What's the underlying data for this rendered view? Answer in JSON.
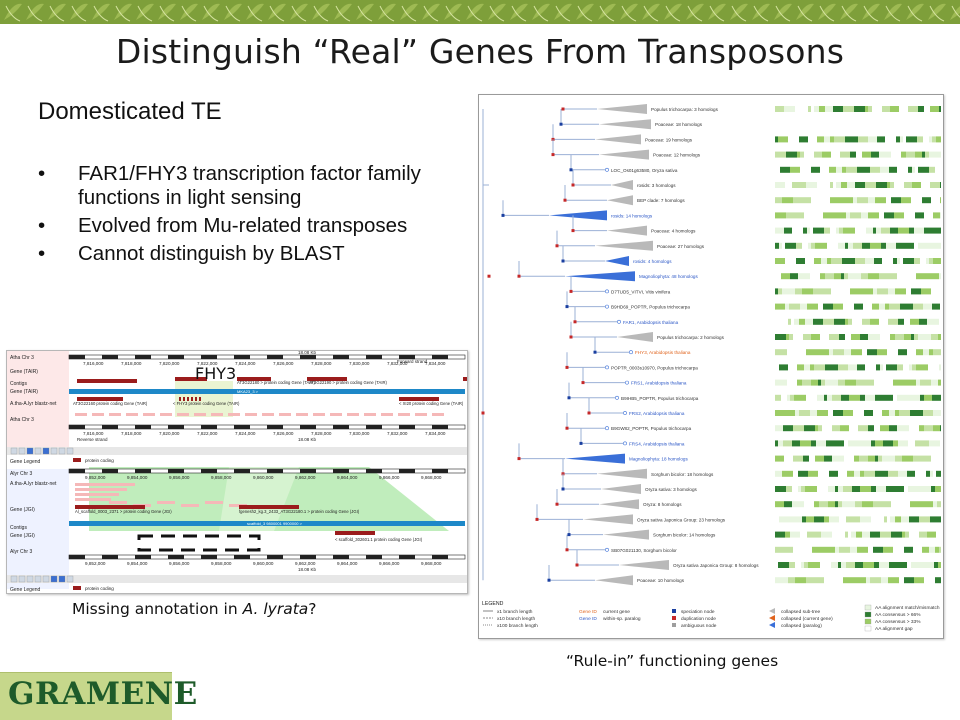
{
  "slide": {
    "title": "Distinguish “Real” Genes From Transposons",
    "subtitle": "Domesticated TE",
    "bullets": [
      "FAR1/FHY3 transcription factor family functions in light sensing",
      "Evolved from Mu-related transposes",
      "Cannot distinguish by BLAST"
    ],
    "bullet_glyph": "•",
    "fhy3_label": "FHY3",
    "left_caption_prefix": "Missing annotation in ",
    "left_caption_species": "A. lyrata",
    "left_caption_suffix": "?",
    "right_caption": "“Rule-in” functioning genes",
    "logo_text": "GRAMENE"
  },
  "genome_browser": {
    "top_tracks": [
      "Atha Chr 3",
      "Gene (TAIR)",
      "Contigs",
      "Gene (TAIR)",
      "A.tha-A.lyr blastz-net",
      "Atha Chr 3"
    ],
    "top_ticks": [
      "7,816,000",
      "7,818,000",
      "7,820,000",
      "7,822,000",
      "7,824,000",
      "7,826,000",
      "7,828,000",
      "7,830,000",
      "7,832,000",
      "7,834,000"
    ],
    "top_scale": "18.08 Kb",
    "top_forward": "Forward strand",
    "top_reverse": "Reverse strand",
    "top_genes": [
      "AT3G22160 protein coding Gene (TAIR)",
      "< FHY3 protein coding Gene (TAIR)",
      "AT3G22180 > protein coding Gene (TAIR)",
      "AT3G22190 > protein coding Gene (TAIR)",
      "< XI20 protein coding Gene (TAIR)",
      "MKA23_3 >"
    ],
    "legend_label": "Gene Legend",
    "legend_item": "protein coding",
    "bottom_tracks": [
      "Alyr Chr 3",
      "A.tha-A.lyr blastz-net",
      "Gene (JGI)",
      "Contigs",
      "Gene (JGI)",
      "Alyr Chr 3"
    ],
    "bottom_ticks": [
      "9,852,000",
      "9,854,000",
      "9,856,000",
      "9,858,000",
      "9,860,000",
      "9,862,000",
      "9,864,000",
      "9,866,000",
      "9,868,000"
    ],
    "bottom_scale": "18.08 Kb",
    "bottom_genes": [
      "Al_scaffold_0003_2371 > protein coding Gene (JGI)",
      "fgenesh2_kg.3_2433_AT3G22180.1 > protein coding Gene (JGI)",
      "scaffold_3 9800001 9900000 >",
      "< scaffold_302601.1 protein coding Gene (JGI)"
    ]
  },
  "gene_tree": {
    "clades": [
      "Populus trichocarpa: 3 homologs",
      "Poaceae: 18 homologs",
      "Poaceae: 19 homologs",
      "Poaceae: 12 homologs",
      "LOC_Os01g63580, Oryza sativa",
      "rosids: 3 homologs",
      "BEP clade: 7 homologs",
      "rosids: 14 homologs",
      "Poaceae: 4 homologs",
      "Poaceae: 27 homologs",
      "rosids: 4 homologs",
      "Magnoliophyta: 48 homologs",
      "D7TUD5_VITVI, Vitis vinifera",
      "B9HD69_POPTR, Populus trichocarpa",
      "FAR1, Arabidopsis thaliana",
      "Populus trichocarpa: 2 homologs",
      "FHY3, Arabidopsis thaliana",
      "POPTR_0003s10970, Populus trichocarpa",
      "FRS1, Arabidopsis thaliana",
      "B9IHB5_POPTR, Populus trichocarpa",
      "FRS2, Arabidopsis thaliana",
      "B9GW82_POPTR, Populus trichocarpa",
      "FRS4, Arabidopsis thaliana",
      "Magnoliophyta: 18 homologs",
      "Sorghum bicolor: 18 homologs",
      "Oryza sativa: 3 homologs",
      "Oryza: 8 homologs",
      "Oryza sativa Japonica Group: 23 homologs",
      "Sorghum bicolor: 14 homologs",
      "SB07G021130, Sorghum bicolor",
      "Oryza sativa Japonica Group: 8 homologs",
      "Poaceae: 10 homologs"
    ],
    "legend": {
      "title": "LEGEND",
      "col1": [
        "x1 branch length",
        "x10 branch length",
        "x100 branch length"
      ],
      "col2_ids": [
        "Gene ID",
        "Gene ID"
      ],
      "col2_desc": [
        "current gene",
        "within-sp. paralog"
      ],
      "col3": [
        "speciation node",
        "duplication node",
        "ambiguous node"
      ],
      "col4": [
        "collapsed sub-tree",
        "collapsed (current gene)",
        "collapsed (paralog)"
      ],
      "col5": [
        "AA alignment match/mismatch",
        "AA consensus > 66%",
        "AA consensus > 33%",
        "AA alignment gap"
      ]
    },
    "colors": {
      "blue_clade": "#3a6fd8",
      "gray_clade": "#b9b9b9",
      "branch": "#9bb0d6",
      "dup_node": "#c62828",
      "spec_node": "#1a3fa0",
      "align_dark": "#2e7d32",
      "align_light": "#9ccc65"
    }
  }
}
